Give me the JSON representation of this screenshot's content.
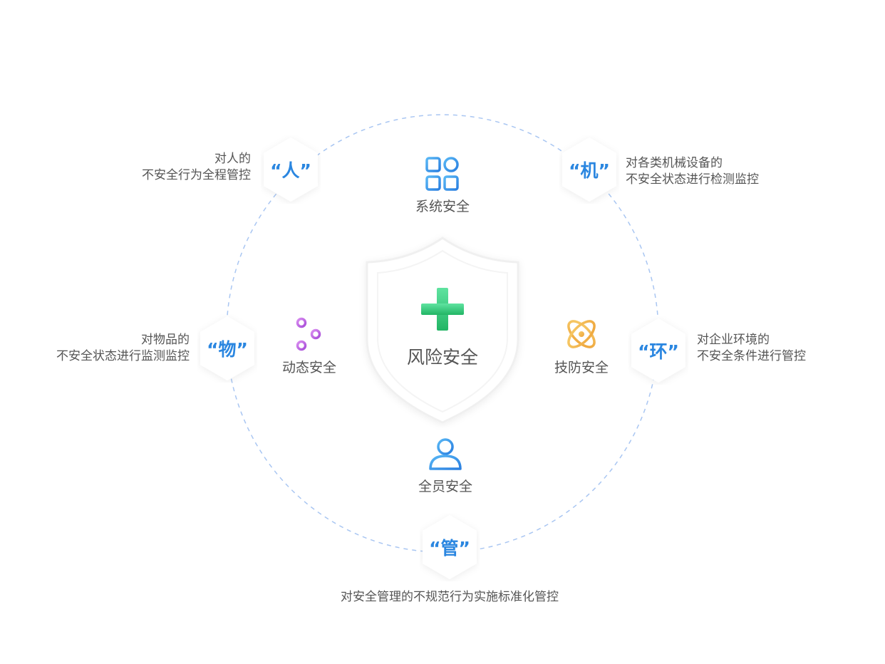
{
  "center": {
    "title": "风险安全"
  },
  "features": [
    {
      "label": "系统安全",
      "icon": "app-grid-icon"
    },
    {
      "label": "动态安全",
      "icon": "sliders-icon"
    },
    {
      "label": "技防安全",
      "icon": "atom-icon"
    },
    {
      "label": "全员安全",
      "icon": "user-icon"
    }
  ],
  "nodes": [
    {
      "label": "“人”",
      "desc": [
        "对人的",
        "不安全行为全程管控"
      ]
    },
    {
      "label": "“机”",
      "desc": [
        "对各类机械设备的",
        "不安全状态进行检测监控"
      ]
    },
    {
      "label": "“物”",
      "desc": [
        "对物品的",
        "不安全状态进行监测监控"
      ]
    },
    {
      "label": "“环”",
      "desc": [
        "对企业环境的",
        "不安全条件进行管控"
      ]
    },
    {
      "label": "“管”",
      "desc": [
        "对安全管理的不规范行为实施标准化管控"
      ]
    }
  ],
  "colors": {
    "accent_blue": "#2a86e0",
    "ring_dash": "#a9c6f2",
    "plus_green": "#34c77b",
    "slider_purple": "#c06ce0",
    "atom_orange": "#f0b24a",
    "text_gray": "#555555"
  }
}
